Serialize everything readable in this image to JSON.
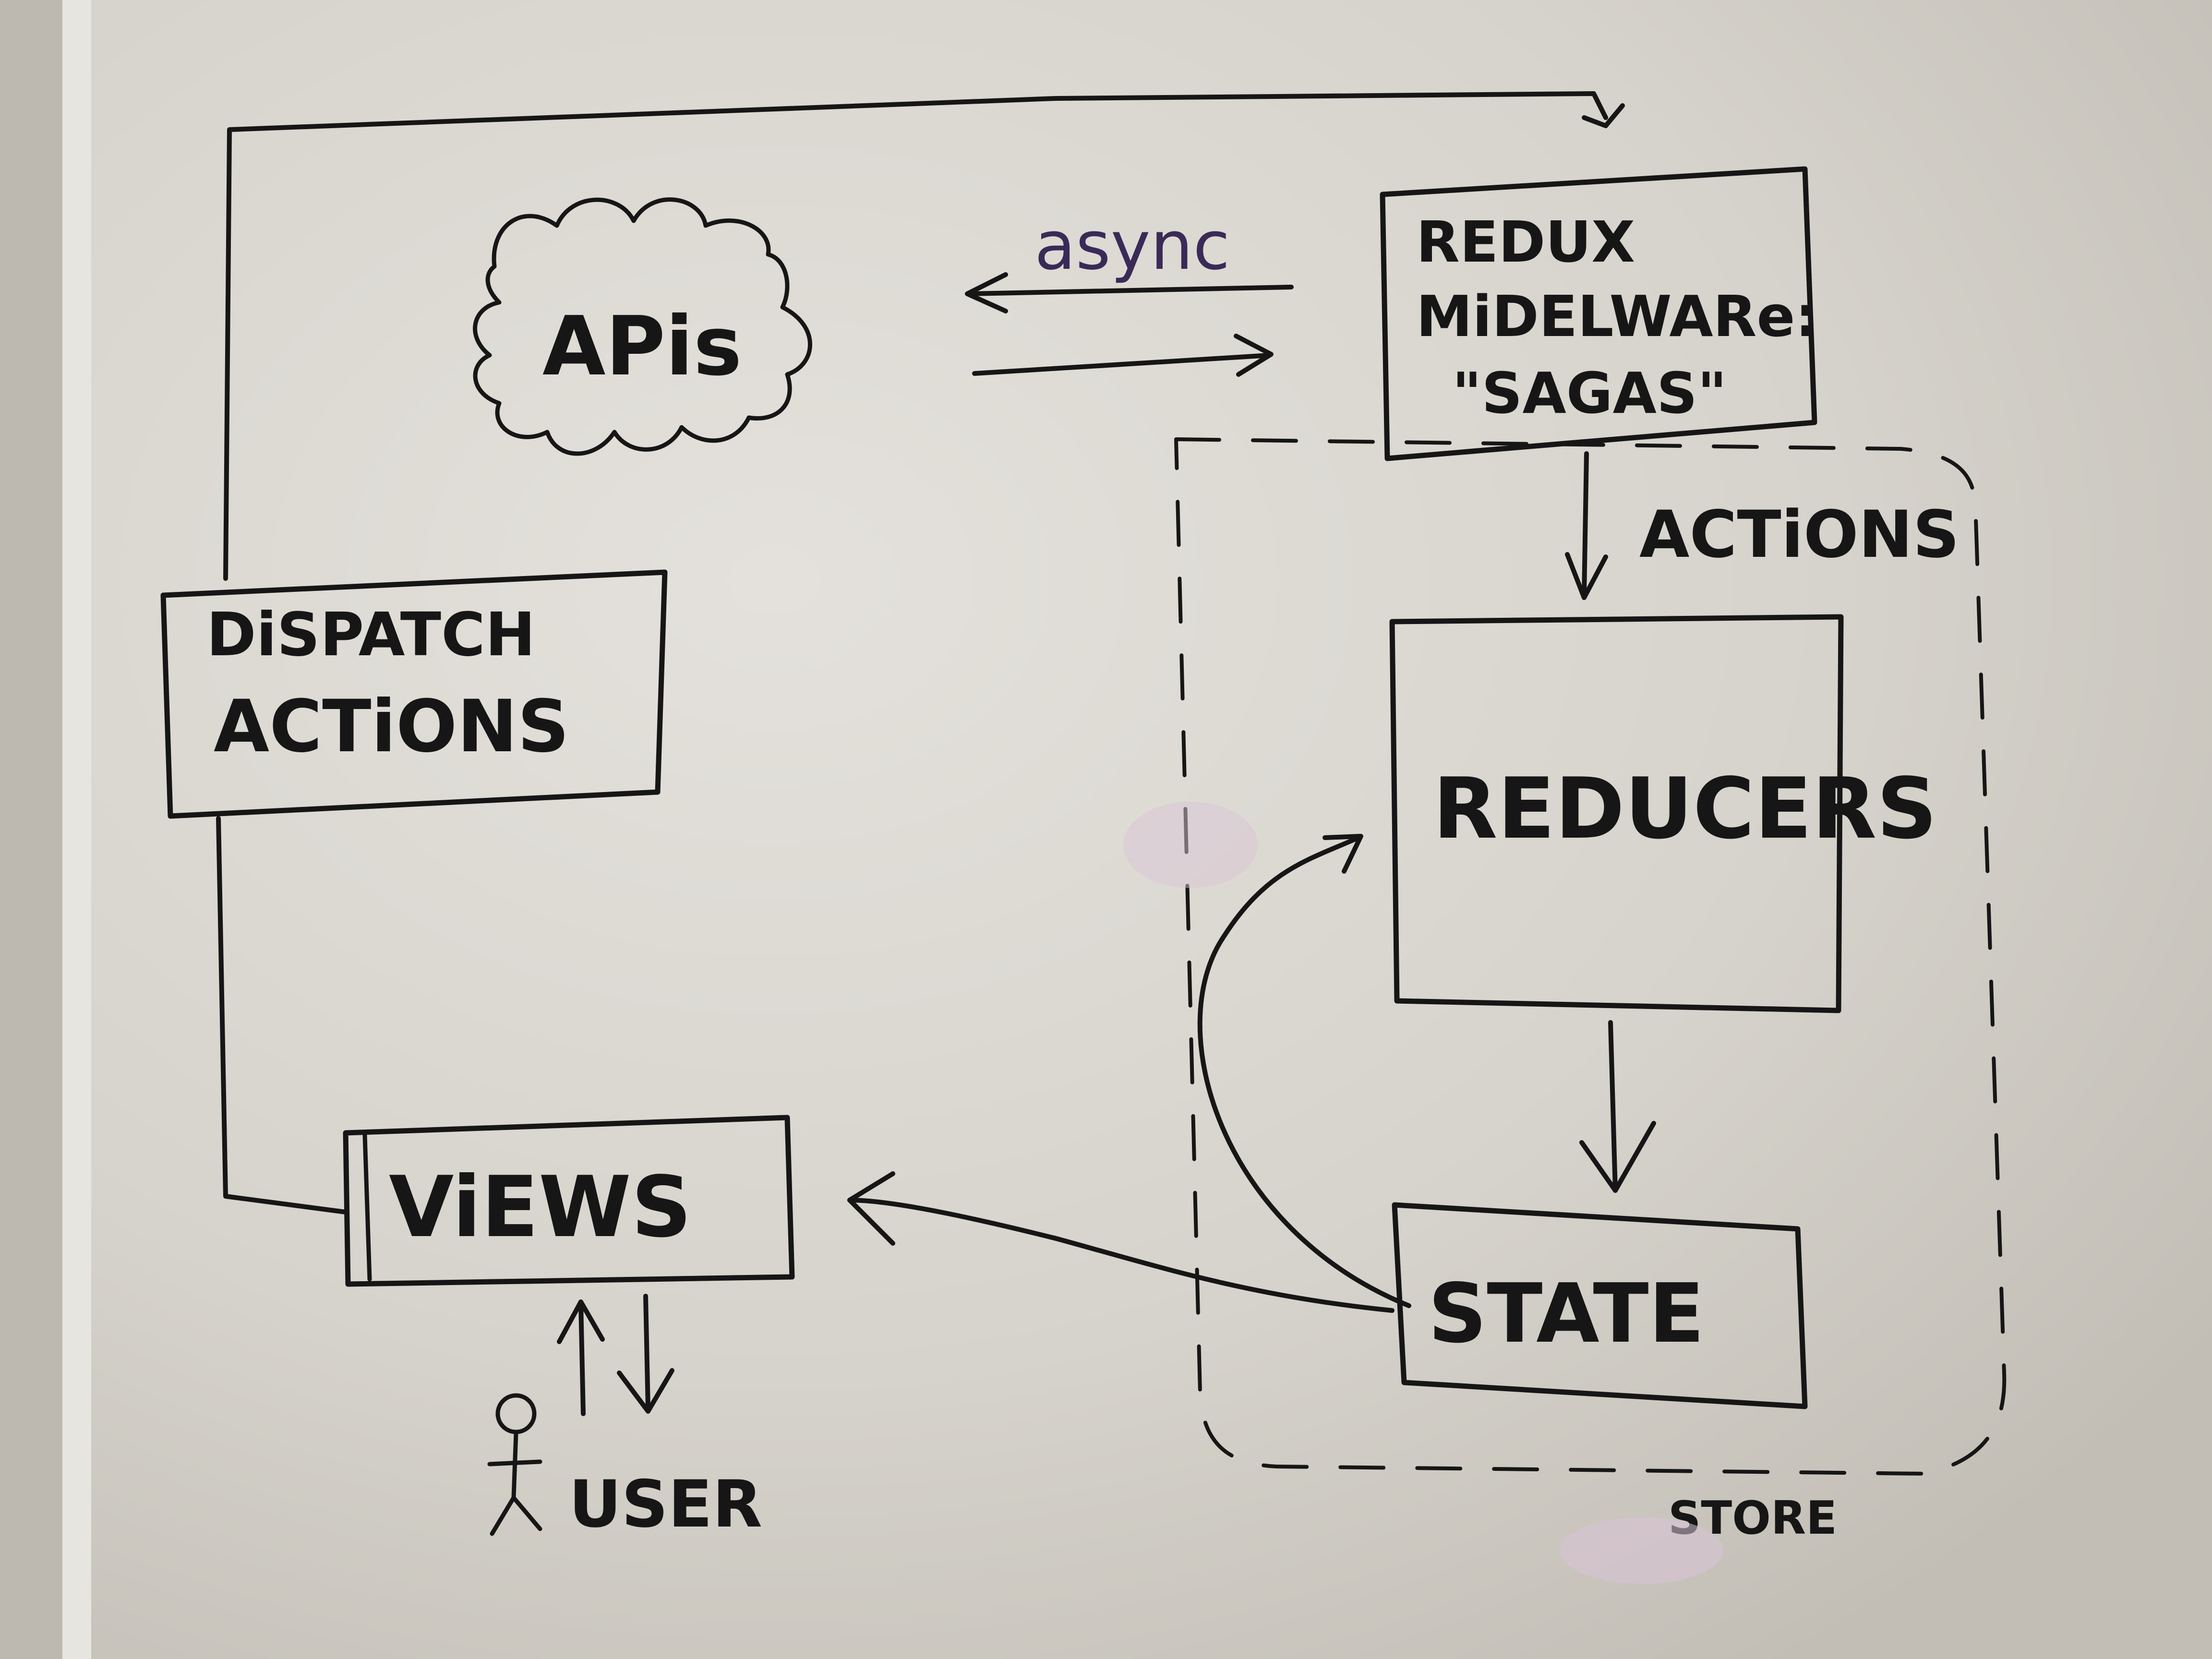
{
  "diagram": {
    "nodes": {
      "apis": "APis",
      "middleware_line1": "REDUX",
      "middleware_line2": "MiDELWARe:",
      "middleware_line3": "\"SAGAS\"",
      "dispatch_line1": "DiSPATCH",
      "dispatch_line2": "ACTiONS",
      "reducers": "REDUCERS",
      "views": "ViEWS",
      "state": "STATE",
      "user": "USER"
    },
    "edge_labels": {
      "async": "async",
      "actions": "ACTiONS"
    },
    "group_labels": {
      "store": "STORE"
    },
    "edges": [
      {
        "from": "middleware",
        "to": "apis",
        "label": "async"
      },
      {
        "from": "apis",
        "to": "middleware"
      },
      {
        "from": "middleware",
        "to": "reducers",
        "label": "ACTiONS"
      },
      {
        "from": "reducers",
        "to": "state"
      },
      {
        "from": "state",
        "to": "reducers"
      },
      {
        "from": "state",
        "to": "views"
      },
      {
        "from": "views",
        "to": "dispatch"
      },
      {
        "from": "dispatch",
        "to": "middleware"
      },
      {
        "from": "user",
        "to": "views"
      },
      {
        "from": "views",
        "to": "user"
      }
    ],
    "colors": {
      "ink": "#161616",
      "async_ink": "#3a2a57",
      "board": "#cfcbc3"
    }
  }
}
